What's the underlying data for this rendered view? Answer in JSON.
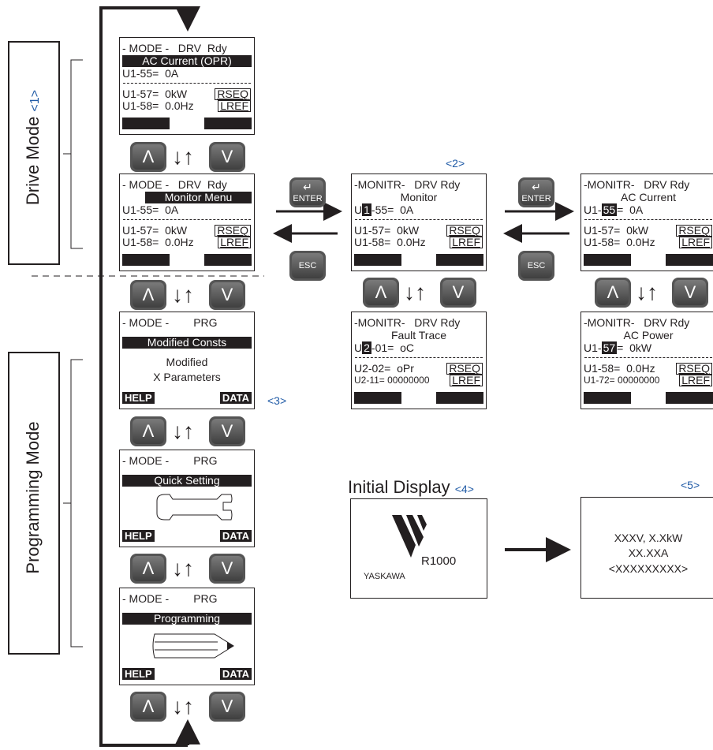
{
  "labels": {
    "drive_mode": "Drive Mode",
    "drive_mode_tag": "<1>",
    "programming_mode": "Programming Mode",
    "tag2": "<2>",
    "tag3": "<3>",
    "tag4": "<4>",
    "tag5": "<5>",
    "initial_display": "Initial Display"
  },
  "screens": {
    "drive_ac": {
      "l1": "- MODE -   DRV  Rdy",
      "l2": "AC Current (OPR)",
      "l3": "U1-55=  0A",
      "l4": "U1-57=  0kW",
      "l5": "U1-58=  0.0Hz",
      "b1": "RSEQ",
      "b2": "LREF"
    },
    "drive_monitor": {
      "l1": "- MODE -   DRV  Rdy",
      "l2": "Monitor Menu",
      "l3": "U1-55=  0A",
      "l4": "U1-57=  0kW",
      "l5": "U1-58=  0.0Hz",
      "b1": "RSEQ",
      "b2": "LREF"
    },
    "prog_modified": {
      "l1": "- MODE -        PRG",
      "l2": "Modified Consts",
      "l3": "Modified",
      "l4": "X Parameters",
      "help": "HELP",
      "data": "DATA"
    },
    "prog_quick": {
      "l1": "- MODE -        PRG",
      "l2": "Quick Setting",
      "help": "HELP",
      "data": "DATA"
    },
    "prog_programming": {
      "l1": "- MODE -        PRG",
      "l2": "Programming",
      "help": "HELP",
      "data": "DATA"
    },
    "mon_monitor": {
      "l1": "-MONITR-   DRV Rdy",
      "l2": "Monitor",
      "l3a": "U",
      "l3b": "1",
      "l3c": "-55=  0A",
      "l4": "U1-57=  0kW",
      "l5": "U1-58=  0.0Hz",
      "b1": "RSEQ",
      "b2": "LREF"
    },
    "mon_fault": {
      "l1": "-MONITR-   DRV Rdy",
      "l2": "Fault Trace",
      "l3a": "U",
      "l3b": "2",
      "l3c": "-01=  oC",
      "l4": "U2-02=  oPr",
      "l5": "U2-11= 00000000",
      "b1": "RSEQ",
      "b2": "LREF"
    },
    "mon_accurrent": {
      "l1": "-MONITR-   DRV Rdy",
      "l2": "AC Current",
      "l3a": "U1-",
      "l3b": "55",
      "l3c": "=  0A",
      "l4": "U1-57=  0kW",
      "l5": "U1-58=  0.0Hz",
      "b1": "RSEQ",
      "b2": "LREF"
    },
    "mon_acpower": {
      "l1": "-MONITR-   DRV Rdy",
      "l2": "AC Power",
      "l3a": "U1-",
      "l3b": "57",
      "l3c": "=  0kW",
      "l4": "U1-58=  0.0Hz",
      "l5": "U1-72= 00000000",
      "b1": "RSEQ",
      "b2": "LREF"
    }
  },
  "initial": {
    "model": "R1000",
    "brand": "YASKAWA",
    "r1": "XXXV, X.XkW",
    "r2": "XX.XXA",
    "r3": "<XXXXXXXXX>"
  },
  "keys": {
    "up": "Λ",
    "down": "V",
    "enter": "ENTER",
    "esc": "ESC"
  }
}
